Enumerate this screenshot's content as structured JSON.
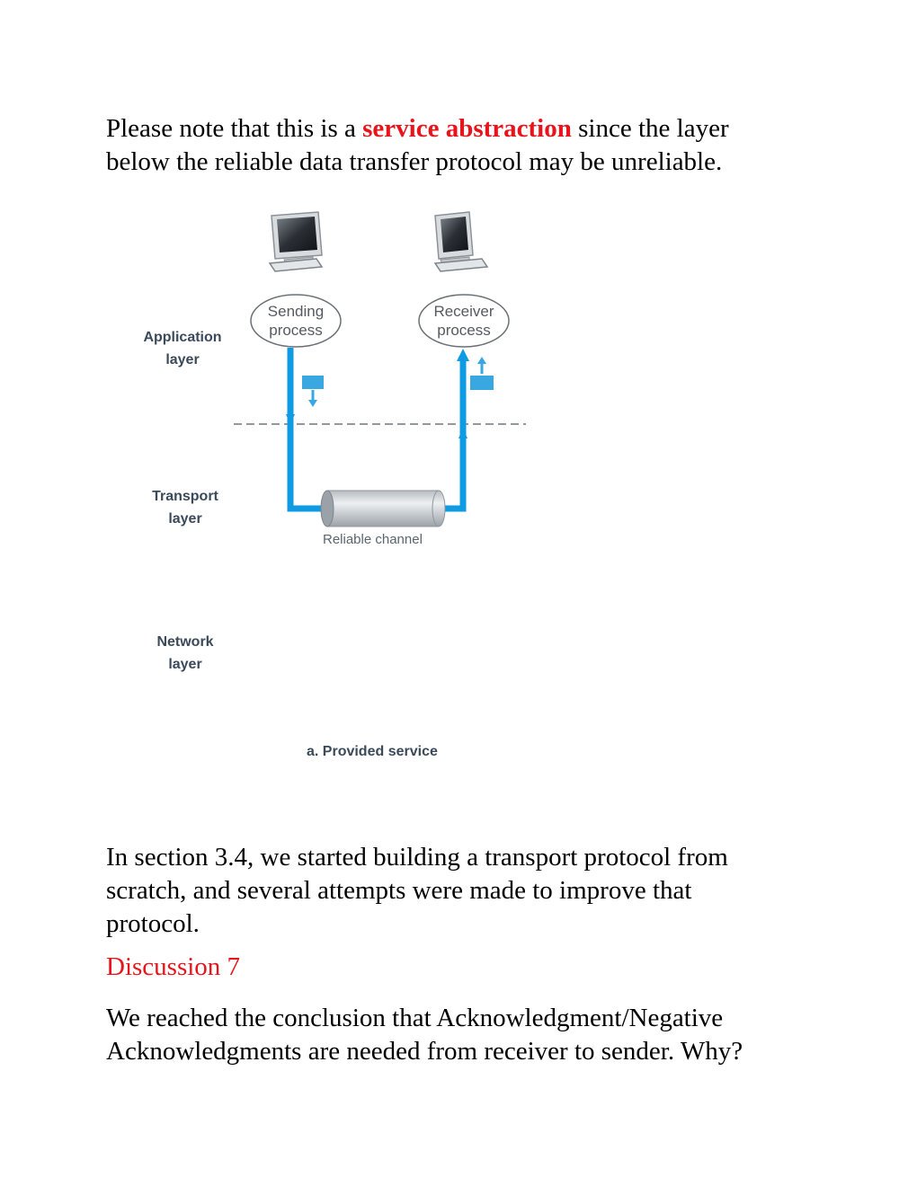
{
  "intro": {
    "before": "Please note that this is a ",
    "highlight": "service abstraction",
    "after_line1": " since the layer",
    "line2": "below the reliable data transfer protocol may be unreliable."
  },
  "figure": {
    "sending_line1": "Sending",
    "sending_line2": "process",
    "receiver_line1": "Receiver",
    "receiver_line2": "process",
    "app_layer_line1": "Application",
    "app_layer_line2": "layer",
    "transport_layer_line1": "Transport",
    "transport_layer_line2": "layer",
    "network_layer_line1": "Network",
    "network_layer_line2": "layer",
    "channel_label": "Reliable channel",
    "caption": "a. Provided service",
    "colors": {
      "arrow": "#0f9be3",
      "packet": "#3aa8e0",
      "pipe": "#c9ced3"
    },
    "icons": [
      "computer-icon",
      "computer-icon"
    ]
  },
  "section": {
    "line1": "In section 3.4, we started building a transport protocol from",
    "line2": "scratch, and several attempts were made to improve that",
    "line3": "protocol."
  },
  "discussion": "Discussion 7",
  "question": {
    "line1": "We reached the conclusion that Acknowledgment/Negative",
    "line2": "Acknowledgments are needed from receiver to sender. Why?"
  }
}
